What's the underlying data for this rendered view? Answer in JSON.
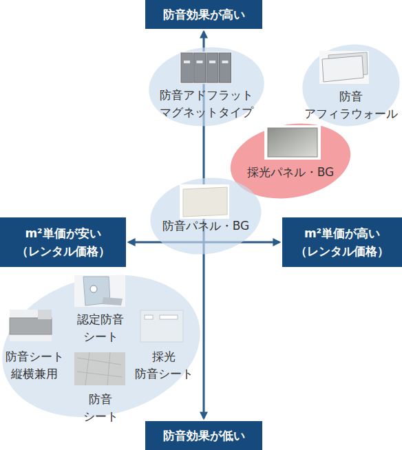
{
  "diagram": {
    "nodes": [
      {
        "text": [
          "防音効果が高い"
        ]
      },
      {
        "text": [
          "防音アドフラット マグネットタイプ"
        ]
      },
      {
        "text": [
          "防音 アフィラウォール"
        ]
      },
      {
        "text": [
          "採光パネル・BG"
        ]
      },
      {
        "text": [
          "防音パネル・BG"
        ]
      },
      {
        "text": [
          "m²単価が安い （レンタル価格）"
        ]
      },
      {
        "text": [
          "m²単価が高い （レンタル価格）"
        ]
      },
      {
        "text": [
          "認定防音 シート"
        ]
      },
      {
        "text": [
          "防音シート 縦横兼用"
        ]
      },
      {
        "text": [
          "採光 防音シート"
        ]
      },
      {
        "text": [
          "防音 シート"
        ]
      },
      {
        "text": [
          "防音効果が低い"
        ]
      }
    ],
    "edges": [
      {
        "from": 0,
        "to": 11,
        "arrow": "both"
      },
      {
        "from": 5,
        "to": 6,
        "arrow": "both"
      }
    ]
  }
}
